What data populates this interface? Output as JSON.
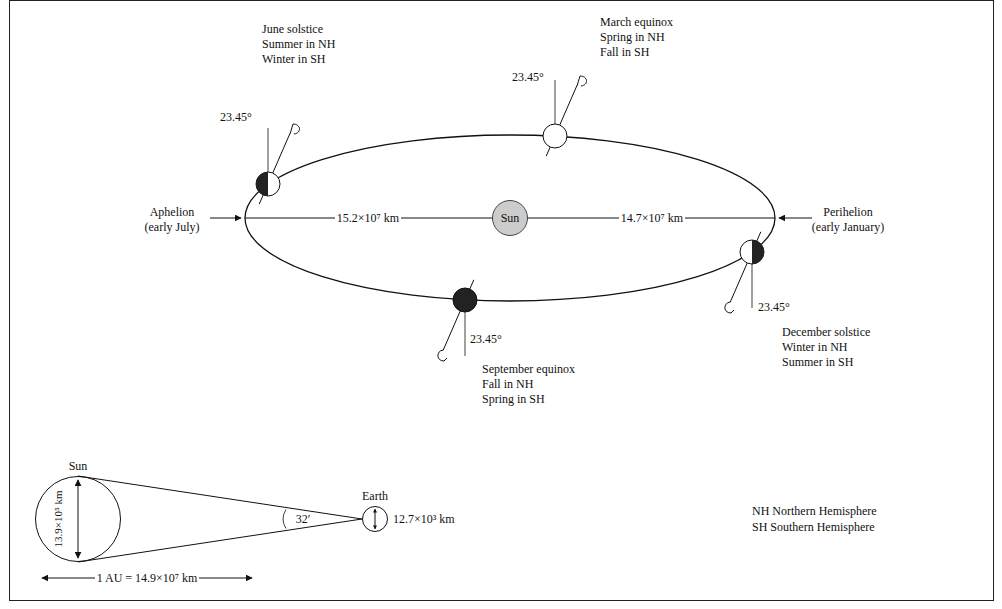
{
  "diagram": {
    "nodes": [
      {
        "text": [
          "Sun"
        ]
      },
      {
        "text": [
          "Sun",
          "13.9×10⁵ km"
        ]
      },
      {
        "text": [
          "Earth"
        ]
      }
    ],
    "edges": [
      {
        "from": 1,
        "to": 2,
        "arrow": "none"
      },
      {
        "from": 1,
        "to": 2,
        "arrow": "none"
      }
    ],
    "labels": [
      "June solstice",
      "Summer in NH",
      "Winter in SH",
      "March equinox",
      "Spring in NH",
      "Fall in SH",
      "23.45°",
      "23.45°",
      "Aphelion",
      "(early July)",
      "15.2×10⁷ km",
      "14.7×10⁷ km",
      "Perihelion",
      "(early January)",
      "23.45°",
      "December solstice",
      "Winter in NH",
      "Summer in SH",
      "23.45°",
      "September equinox",
      "Fall in NH",
      "Spring in SH",
      "32′",
      "12.7×10³ km",
      "NH Northern Hemisphere",
      "SH Southern Hemisphere",
      "1 AU = 14.9×10⁷ km"
    ]
  }
}
